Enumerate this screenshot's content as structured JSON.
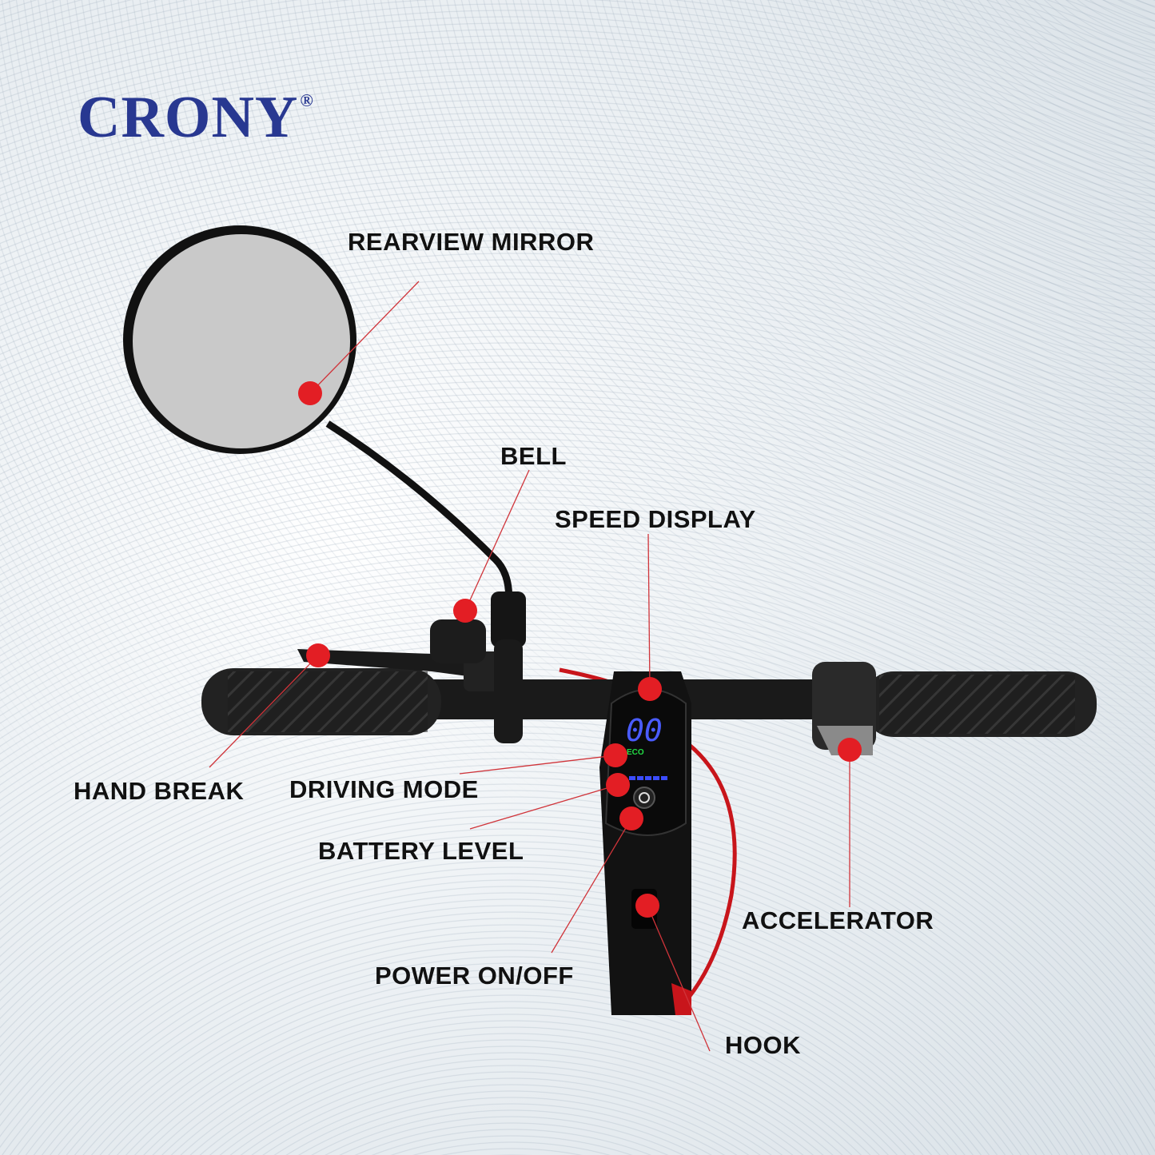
{
  "brand": {
    "name": "CRONY",
    "registered": "®"
  },
  "labels": {
    "rearview_mirror": "REARVIEW MIRROR",
    "bell": "BELL",
    "speed_display": "SPEED DISPLAY",
    "hand_break": "HAND BREAK",
    "driving_mode": "DRIVING MODE",
    "battery_level": "BATTERY LEVEL",
    "power": "POWER ON/OFF",
    "accelerator": "ACCELERATOR",
    "hook": "HOOK"
  },
  "display": {
    "speed": "00",
    "mode": "ECO"
  },
  "colors": {
    "brand": "#283891",
    "marker": "#e31e24",
    "speed_digits": "#4a5cff",
    "mode": "#22dd44"
  }
}
